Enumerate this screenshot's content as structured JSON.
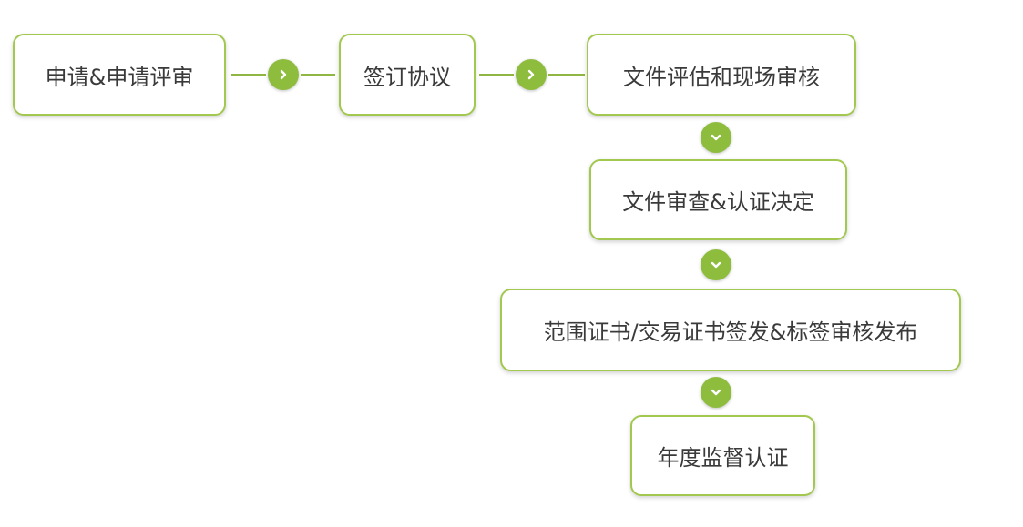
{
  "diagram": {
    "steps": [
      {
        "label": "申请&申请评审"
      },
      {
        "label": "签订协议"
      },
      {
        "label": "文件评估和现场审核"
      },
      {
        "label": "文件审查&认证决定"
      },
      {
        "label": "范围证书/交易证书签发&标签审核发布"
      },
      {
        "label": "年度监督认证"
      }
    ],
    "connector_icons": [
      "chevron-right-icon",
      "chevron-right-icon",
      "chevron-down-icon",
      "chevron-down-icon",
      "chevron-down-icon"
    ],
    "colors": {
      "border": "#a2c84f",
      "connector": "#8ebd3e",
      "text": "#3a3a3a"
    }
  }
}
